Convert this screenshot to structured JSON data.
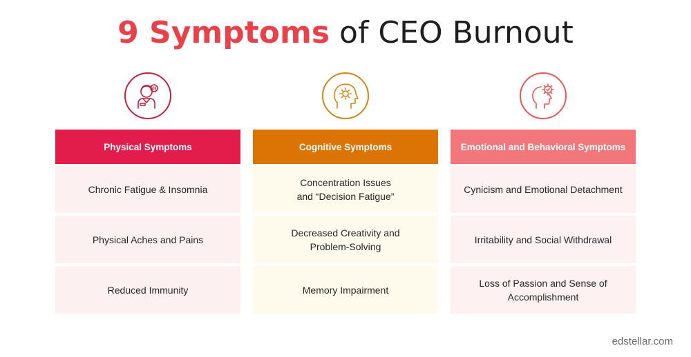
{
  "title": {
    "accent": "9 Symptoms",
    "rest": "of CEO Burnout",
    "accent_color": "#e8414a",
    "rest_color": "#1f1f1f"
  },
  "columns": [
    {
      "header": "Physical Symptoms",
      "header_color": "#e21d4b",
      "cell_color": "#fdf0f0",
      "icon_color": "#c51f3f",
      "icon": "person-care-icon",
      "items": [
        "Chronic Fatigue & Insomnia",
        "Physical Aches and Pains",
        "Reduced Immunity"
      ]
    },
    {
      "header": "Cognitive Symptoms",
      "header_color": "#dc7305",
      "cell_color": "#fefbed",
      "icon_color": "#d38512",
      "icon": "brain-gear-icon",
      "items": [
        "Concentration Issues\nand “Decision Fatigue”",
        "Decreased Creativity and\nProblem-Solving",
        "Memory Impairment"
      ]
    },
    {
      "header": "Emotional and Behavioral Symptoms",
      "header_color": "#f2777b",
      "cell_color": "#fdf1f1",
      "icon_color": "#e8555a",
      "icon": "head-gear-icon",
      "items": [
        "Cynicism and Emotional Detachment",
        "Irritability and Social Withdrawal",
        "Loss of Passion and Sense of\nAccomplishment"
      ]
    }
  ],
  "footer": "edstellar.com"
}
